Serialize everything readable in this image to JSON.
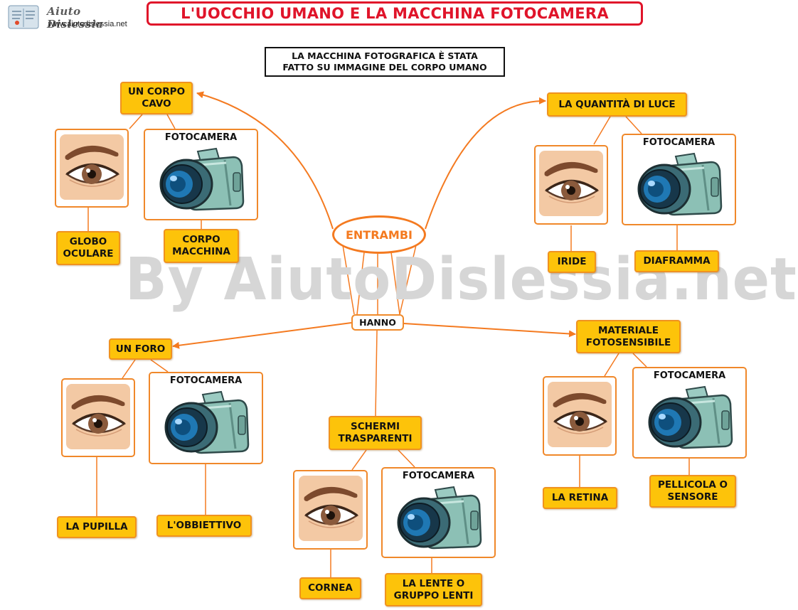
{
  "logo": {
    "text": "Aiuto Dislessia",
    "url": "www.aiutodislessia.net"
  },
  "title": "L'UOCCHIO UMANO E LA MACCHINA FOTOCAMERA",
  "intro": "LA MACCHINA FOTOGRAFICA È STATA\nFATTO SU IMMAGINE DEL CORPO UMANO",
  "center": "ENTRAMBI",
  "hanno": "HANNO",
  "watermark": "By AiutoDislessia.net",
  "camera_label": "FOTOCAMERA",
  "groups": {
    "corpo": {
      "label": "UN CORPO\nCAVO",
      "eye_part": "GLOBO\nOCULARE",
      "camera_part": "CORPO\nMACCHINA"
    },
    "luce": {
      "label": "LA QUANTITÀ DI LUCE",
      "eye_part": "IRIDE",
      "camera_part": "DIAFRAMMA"
    },
    "foro": {
      "label": "UN FORO",
      "eye_part": "LA PUPILLA",
      "camera_part": "L'OBBIETTIVO"
    },
    "schermi": {
      "label": "SCHERMI\nTRASPARENTI",
      "eye_part": "CORNEA",
      "camera_part": "LA LENTE O\nGRUPPO LENTI"
    },
    "materiale": {
      "label": "MATERIALE\nFOTOSENSIBILE",
      "eye_part": "LA RETINA",
      "camera_part": "PELLICOLA O\nSENSORE"
    }
  },
  "colors": {
    "accent": "#f47a20",
    "label_fill": "#fdc30a",
    "title_red": "#e0142a"
  }
}
